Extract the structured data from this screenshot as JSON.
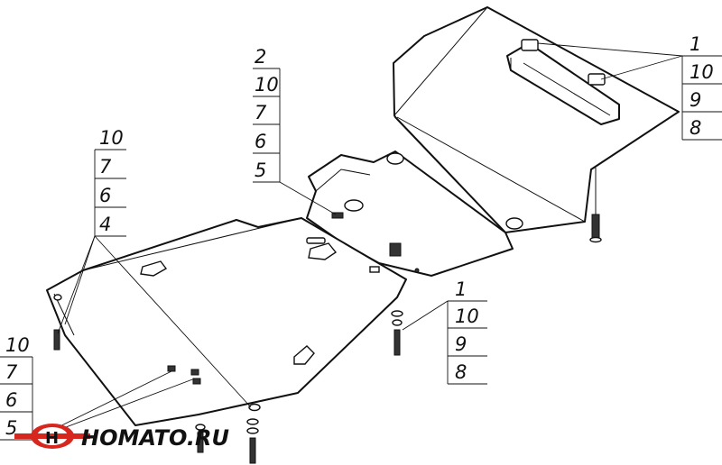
{
  "callouts": {
    "top_right": [
      "1",
      "10",
      "9",
      "8"
    ],
    "center": [
      "2",
      "10",
      "7",
      "6",
      "5"
    ],
    "left_upper": [
      "10",
      "7",
      "6",
      "4"
    ],
    "right_lower": [
      "1",
      "10",
      "9",
      "8"
    ],
    "left_lower": [
      "10",
      "7",
      "6",
      "5"
    ]
  },
  "logo": {
    "text": "HOMATO.RU",
    "colors": {
      "red": "#d7261e",
      "dark": "#111111"
    }
  }
}
